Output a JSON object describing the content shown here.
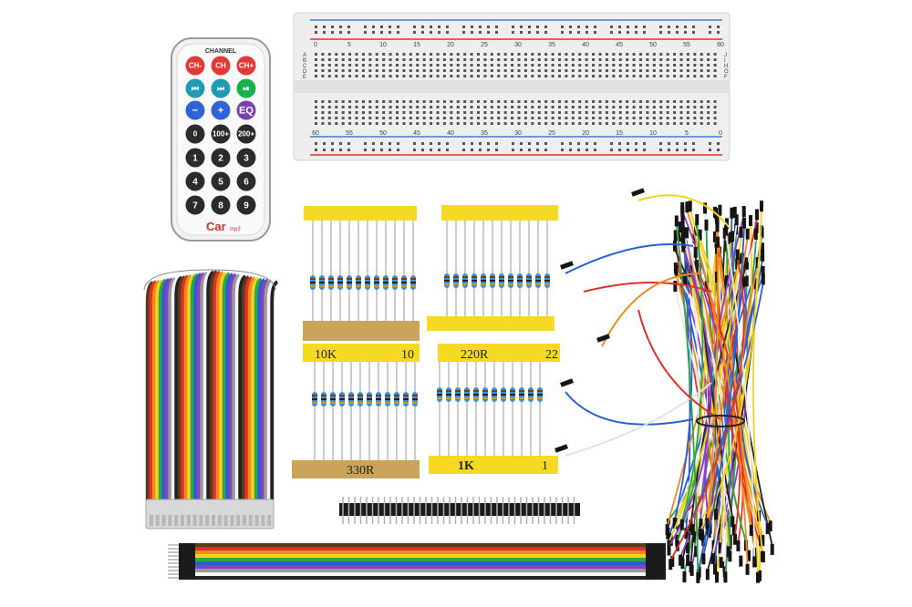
{
  "remote": {
    "header": "CHANNEL",
    "brand": "Car",
    "brand_sub": "mp3",
    "row1": [
      "CH-",
      "CH",
      "CH+"
    ],
    "row4": [
      "0",
      "100+",
      "200+"
    ],
    "row5": [
      "1",
      "2",
      "3"
    ],
    "row6": [
      "4",
      "5",
      "6"
    ],
    "row7": [
      "7",
      "8",
      "9"
    ],
    "row3": [
      "−",
      "+",
      "EQ"
    ],
    "colors": {
      "red": "#e53935",
      "teal": "#1e9bb5",
      "green": "#19b24a",
      "blue": "#2f63d8",
      "purple": "#7b3fb0",
      "dark": "#2b2b2b"
    }
  },
  "breadboard": {
    "top_numbers": [
      "0",
      "5",
      "10",
      "15",
      "20",
      "25",
      "30",
      "35",
      "40",
      "45",
      "50",
      "55",
      "60"
    ],
    "bottom_numbers": [
      "60",
      "55",
      "50",
      "45",
      "40",
      "35",
      "30",
      "25",
      "20",
      "15",
      "10",
      "5",
      "0"
    ],
    "left_letters": [
      "A",
      "B",
      "C",
      "D",
      "E"
    ],
    "right_letters": [
      "J",
      "I",
      "H",
      "G",
      "F"
    ]
  },
  "resistors": {
    "tape_labels": [
      "10K",
      "10",
      "220R",
      "22",
      "330R",
      "1K",
      "1"
    ]
  },
  "ribbon_colors": [
    "#5b3a1e",
    "#e0302b",
    "#f08a1c",
    "#f3d21f",
    "#2aa845",
    "#2b5fd0",
    "#8a3fc0",
    "#9a9a9a",
    "#f4f4f4",
    "#222222"
  ]
}
